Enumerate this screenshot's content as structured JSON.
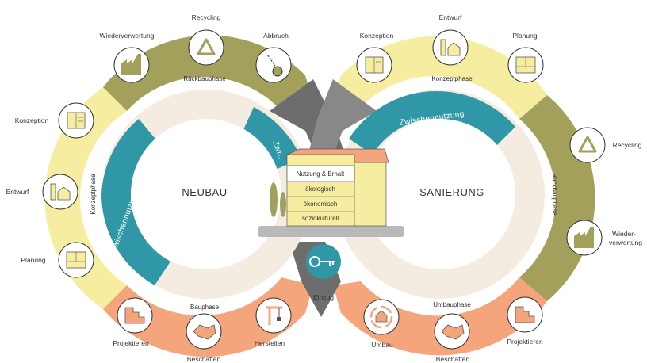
{
  "left": {
    "title": "NEUBAU",
    "phases": {
      "rueckbau": "Rückbauphase",
      "konzept": "Konzeptphase",
      "bau": "Bauphase"
    },
    "ring_label": "Zwischennutzung",
    "ring_short": "Zwn.",
    "steps": {
      "recycling": "Recycling",
      "wiederverwertung": "Wiederverwertung",
      "abbruch": "Abbruch",
      "konzeption": "Konzeption",
      "entwurf": "Entwurf",
      "planung": "Planung",
      "projektieren": "Projektieren",
      "beschaffen": "Beschaffen",
      "herstellen": "Herstellen"
    }
  },
  "right": {
    "title": "SANIERUNG",
    "phases": {
      "konzept": "Konzeptphase",
      "rueckbau": "Rückbauphase",
      "umbau": "Umbauphase"
    },
    "ring_label": "Zwischennutzung",
    "steps": {
      "konzeption": "Konzeption",
      "entwurf": "Entwurf",
      "planung": "Planung",
      "recycling": "Recycling",
      "wieder_1": "Wieder-",
      "wieder_2": "verwertung",
      "umbau": "Umbau",
      "beschaffen": "Beschaffen",
      "projektieren": "Projektieren"
    }
  },
  "center": {
    "box_title": "Nutzung & Erhalt",
    "box_items": [
      "ökologisch",
      "ökonomisch",
      "soziokulturell"
    ],
    "einzug": "Einzug"
  },
  "colors": {
    "olive": "#a3a05c",
    "yellow": "#f6eda1",
    "orange": "#f4a57c",
    "teal": "#3097a6",
    "beige": "#f4ece1",
    "grey": "#6d6d6d"
  },
  "icons": [
    "recycle-icon",
    "factory-icon",
    "wrecking-ball-icon",
    "blueprint-icon",
    "house-plan-icon",
    "floor-plan-icon",
    "steps-icon",
    "handshake-icon",
    "crane-icon",
    "key-icon",
    "renovation-icon"
  ]
}
